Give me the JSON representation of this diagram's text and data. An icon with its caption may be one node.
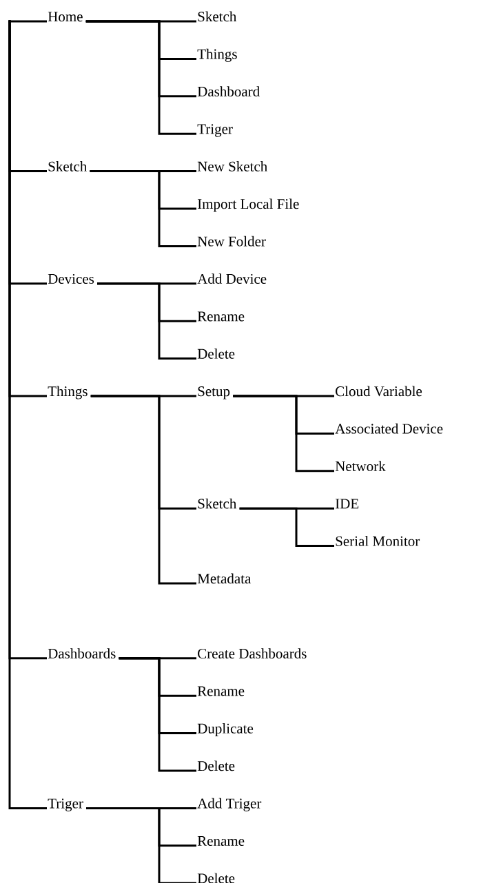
{
  "diagram": {
    "nodes": [
      {
        "text": [
          "Home"
        ]
      },
      {
        "text": [
          "Sketch"
        ]
      },
      {
        "text": [
          "Things"
        ]
      },
      {
        "text": [
          "Dashboard"
        ]
      },
      {
        "text": [
          "Triger"
        ]
      },
      {
        "text": [
          "Sketch"
        ]
      },
      {
        "text": [
          "New Sketch"
        ]
      },
      {
        "text": [
          "Import Local File"
        ]
      },
      {
        "text": [
          "New Folder"
        ]
      },
      {
        "text": [
          "Devices"
        ]
      },
      {
        "text": [
          "Add Device"
        ]
      },
      {
        "text": [
          "Rename"
        ]
      },
      {
        "text": [
          "Delete"
        ]
      },
      {
        "text": [
          "Things"
        ]
      },
      {
        "text": [
          "Setup"
        ]
      },
      {
        "text": [
          "Cloud Variable"
        ]
      },
      {
        "text": [
          "Associated Device"
        ]
      },
      {
        "text": [
          "Network"
        ]
      },
      {
        "text": [
          "Sketch"
        ]
      },
      {
        "text": [
          "IDE"
        ]
      },
      {
        "text": [
          "Serial Monitor"
        ]
      },
      {
        "text": [
          "Metadata"
        ]
      },
      {
        "text": [
          "Dashboards"
        ]
      },
      {
        "text": [
          "Create Dashboards"
        ]
      },
      {
        "text": [
          "Rename"
        ]
      },
      {
        "text": [
          "Duplicate"
        ]
      },
      {
        "text": [
          "Delete"
        ]
      },
      {
        "text": [
          "Triger"
        ]
      },
      {
        "text": [
          "Add Triger"
        ]
      },
      {
        "text": [
          "Rename"
        ]
      },
      {
        "text": [
          "Delete"
        ]
      }
    ],
    "edges": [
      {
        "from": null,
        "to": 0,
        "arrow": "none"
      },
      {
        "from": null,
        "to": 5,
        "arrow": "none"
      },
      {
        "from": null,
        "to": 9,
        "arrow": "none"
      },
      {
        "from": null,
        "to": 13,
        "arrow": "none"
      },
      {
        "from": null,
        "to": 22,
        "arrow": "none"
      },
      {
        "from": null,
        "to": 27,
        "arrow": "none"
      },
      {
        "from": 0,
        "to": 1,
        "arrow": "none"
      },
      {
        "from": 0,
        "to": 2,
        "arrow": "none"
      },
      {
        "from": 0,
        "to": 3,
        "arrow": "none"
      },
      {
        "from": 0,
        "to": 4,
        "arrow": "none"
      },
      {
        "from": 5,
        "to": 6,
        "arrow": "none"
      },
      {
        "from": 5,
        "to": 7,
        "arrow": "none"
      },
      {
        "from": 5,
        "to": 8,
        "arrow": "none"
      },
      {
        "from": 9,
        "to": 10,
        "arrow": "none"
      },
      {
        "from": 9,
        "to": 11,
        "arrow": "none"
      },
      {
        "from": 9,
        "to": 12,
        "arrow": "none"
      },
      {
        "from": 13,
        "to": 14,
        "arrow": "none"
      },
      {
        "from": 13,
        "to": 18,
        "arrow": "none"
      },
      {
        "from": 13,
        "to": 21,
        "arrow": "none"
      },
      {
        "from": 14,
        "to": 15,
        "arrow": "none"
      },
      {
        "from": 14,
        "to": 16,
        "arrow": "none"
      },
      {
        "from": 14,
        "to": 17,
        "arrow": "none"
      },
      {
        "from": 18,
        "to": 19,
        "arrow": "none"
      },
      {
        "from": 18,
        "to": 20,
        "arrow": "none"
      },
      {
        "from": 22,
        "to": 23,
        "arrow": "none"
      },
      {
        "from": 22,
        "to": 24,
        "arrow": "none"
      },
      {
        "from": 22,
        "to": 25,
        "arrow": "none"
      },
      {
        "from": 22,
        "to": 26,
        "arrow": "none"
      },
      {
        "from": 27,
        "to": 28,
        "arrow": "none"
      },
      {
        "from": 27,
        "to": 29,
        "arrow": "none"
      },
      {
        "from": 27,
        "to": 30,
        "arrow": "none"
      }
    ]
  }
}
